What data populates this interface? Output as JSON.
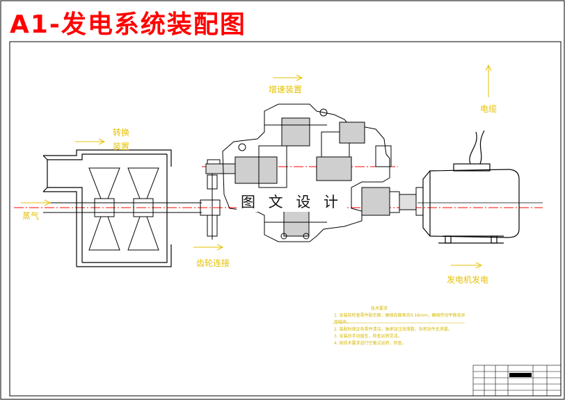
{
  "title": "A1-发电系统装配图",
  "watermark": "图 文 设 计",
  "labels": {
    "speed_up": "增速装置",
    "conversion_1": "转换",
    "conversion_2": "装置",
    "steam": "蒸气",
    "gear_link": "齿轮连接",
    "cable": "电缆",
    "generator": "发电机发电"
  },
  "notes": {
    "title": "技术要求",
    "lines": [
      "1. 安装前检查零件配合面，确保齿面啮合0.16mm，确保传动平稳无异常噪声。",
      "2. 装配时保证各零件清洁，轴承加注润滑脂，各密封件无泄漏。",
      "3. 安装后手动盘车，检查运转灵活。",
      "4. 按技术要求进行空载试运转，检查。"
    ]
  },
  "colors": {
    "title": "#ff0000",
    "annotation": "#e6c000",
    "centerline": "#ff0000",
    "outline": "#000000",
    "border": "#000000"
  }
}
